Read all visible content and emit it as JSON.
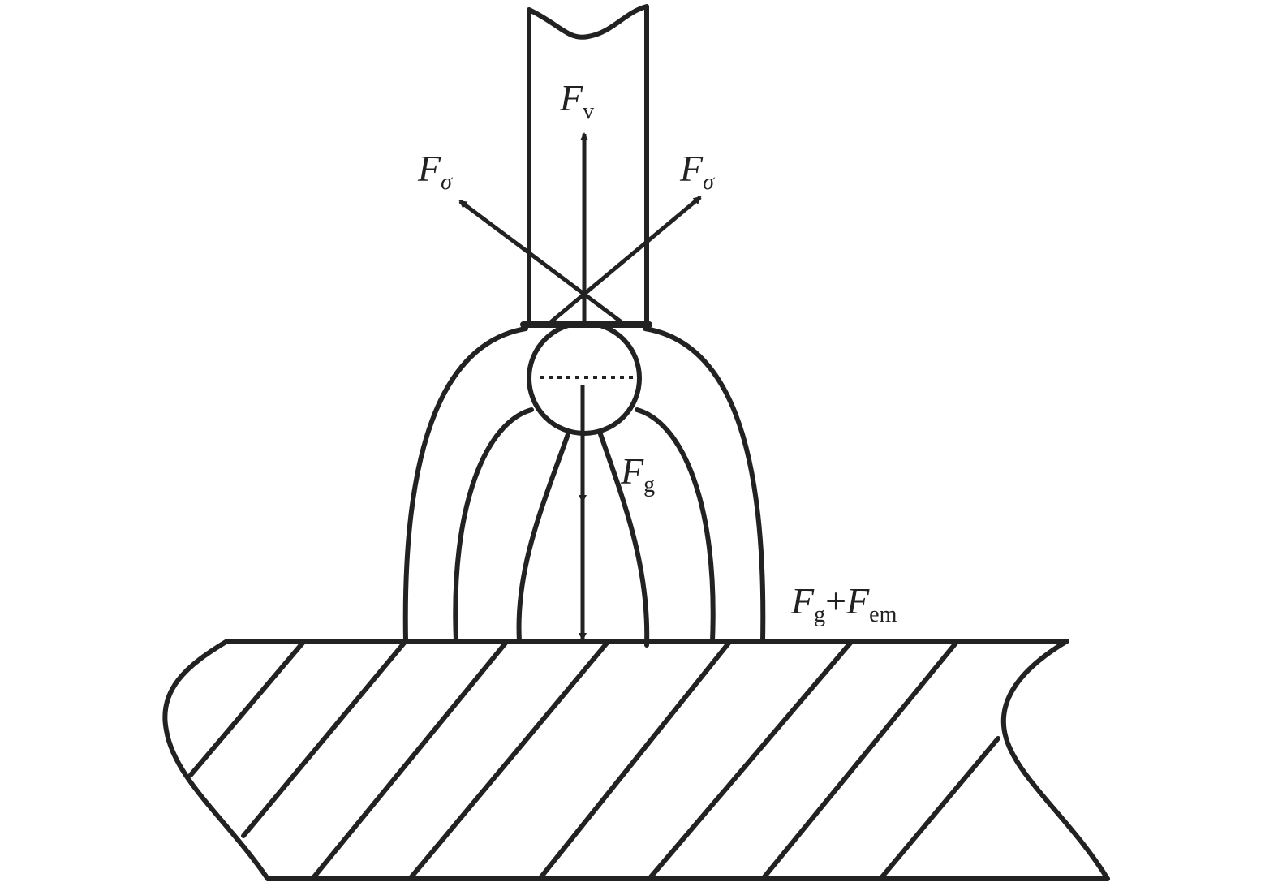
{
  "diagram": {
    "title": "Forces on a metal droplet at the electrode tip",
    "labels": {
      "fv": {
        "main": "F",
        "sub": "v"
      },
      "fsigma_left": {
        "main": "F",
        "sub": "σ"
      },
      "fsigma_right": {
        "main": "F",
        "sub": "σ"
      },
      "fg": {
        "main": "F",
        "sub": "g"
      },
      "fg_fem": {
        "main1": "F",
        "sub1": "g",
        "plus": "+",
        "main2": "F",
        "sub2": "em"
      }
    },
    "colors": {
      "stroke": "#222222",
      "background": "#ffffff"
    }
  }
}
